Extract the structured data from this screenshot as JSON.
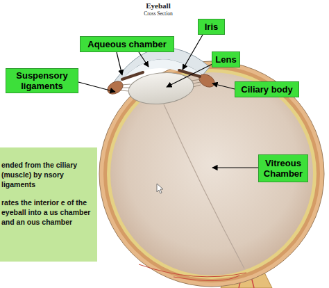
{
  "diagram": {
    "title": "Eyeball",
    "nodes": [
      {
        "text": [
          "Iris"
        ]
      },
      {
        "text": [
          "Aqueous chamber"
        ]
      },
      {
        "text": [
          "Lens"
        ]
      },
      {
        "text": [
          "Suspensory ligaments"
        ]
      },
      {
        "text": [
          "Ciliary body"
        ]
      },
      {
        "text": [
          "ended from the ciliary (muscle) by nsory ligaments",
          "rates the interior e of the eyeball into a us chamber and an ous chamber"
        ]
      },
      {
        "text": [
          "Vitreous Chamber"
        ]
      }
    ],
    "labels": [
      "Cross Section"
    ]
  }
}
